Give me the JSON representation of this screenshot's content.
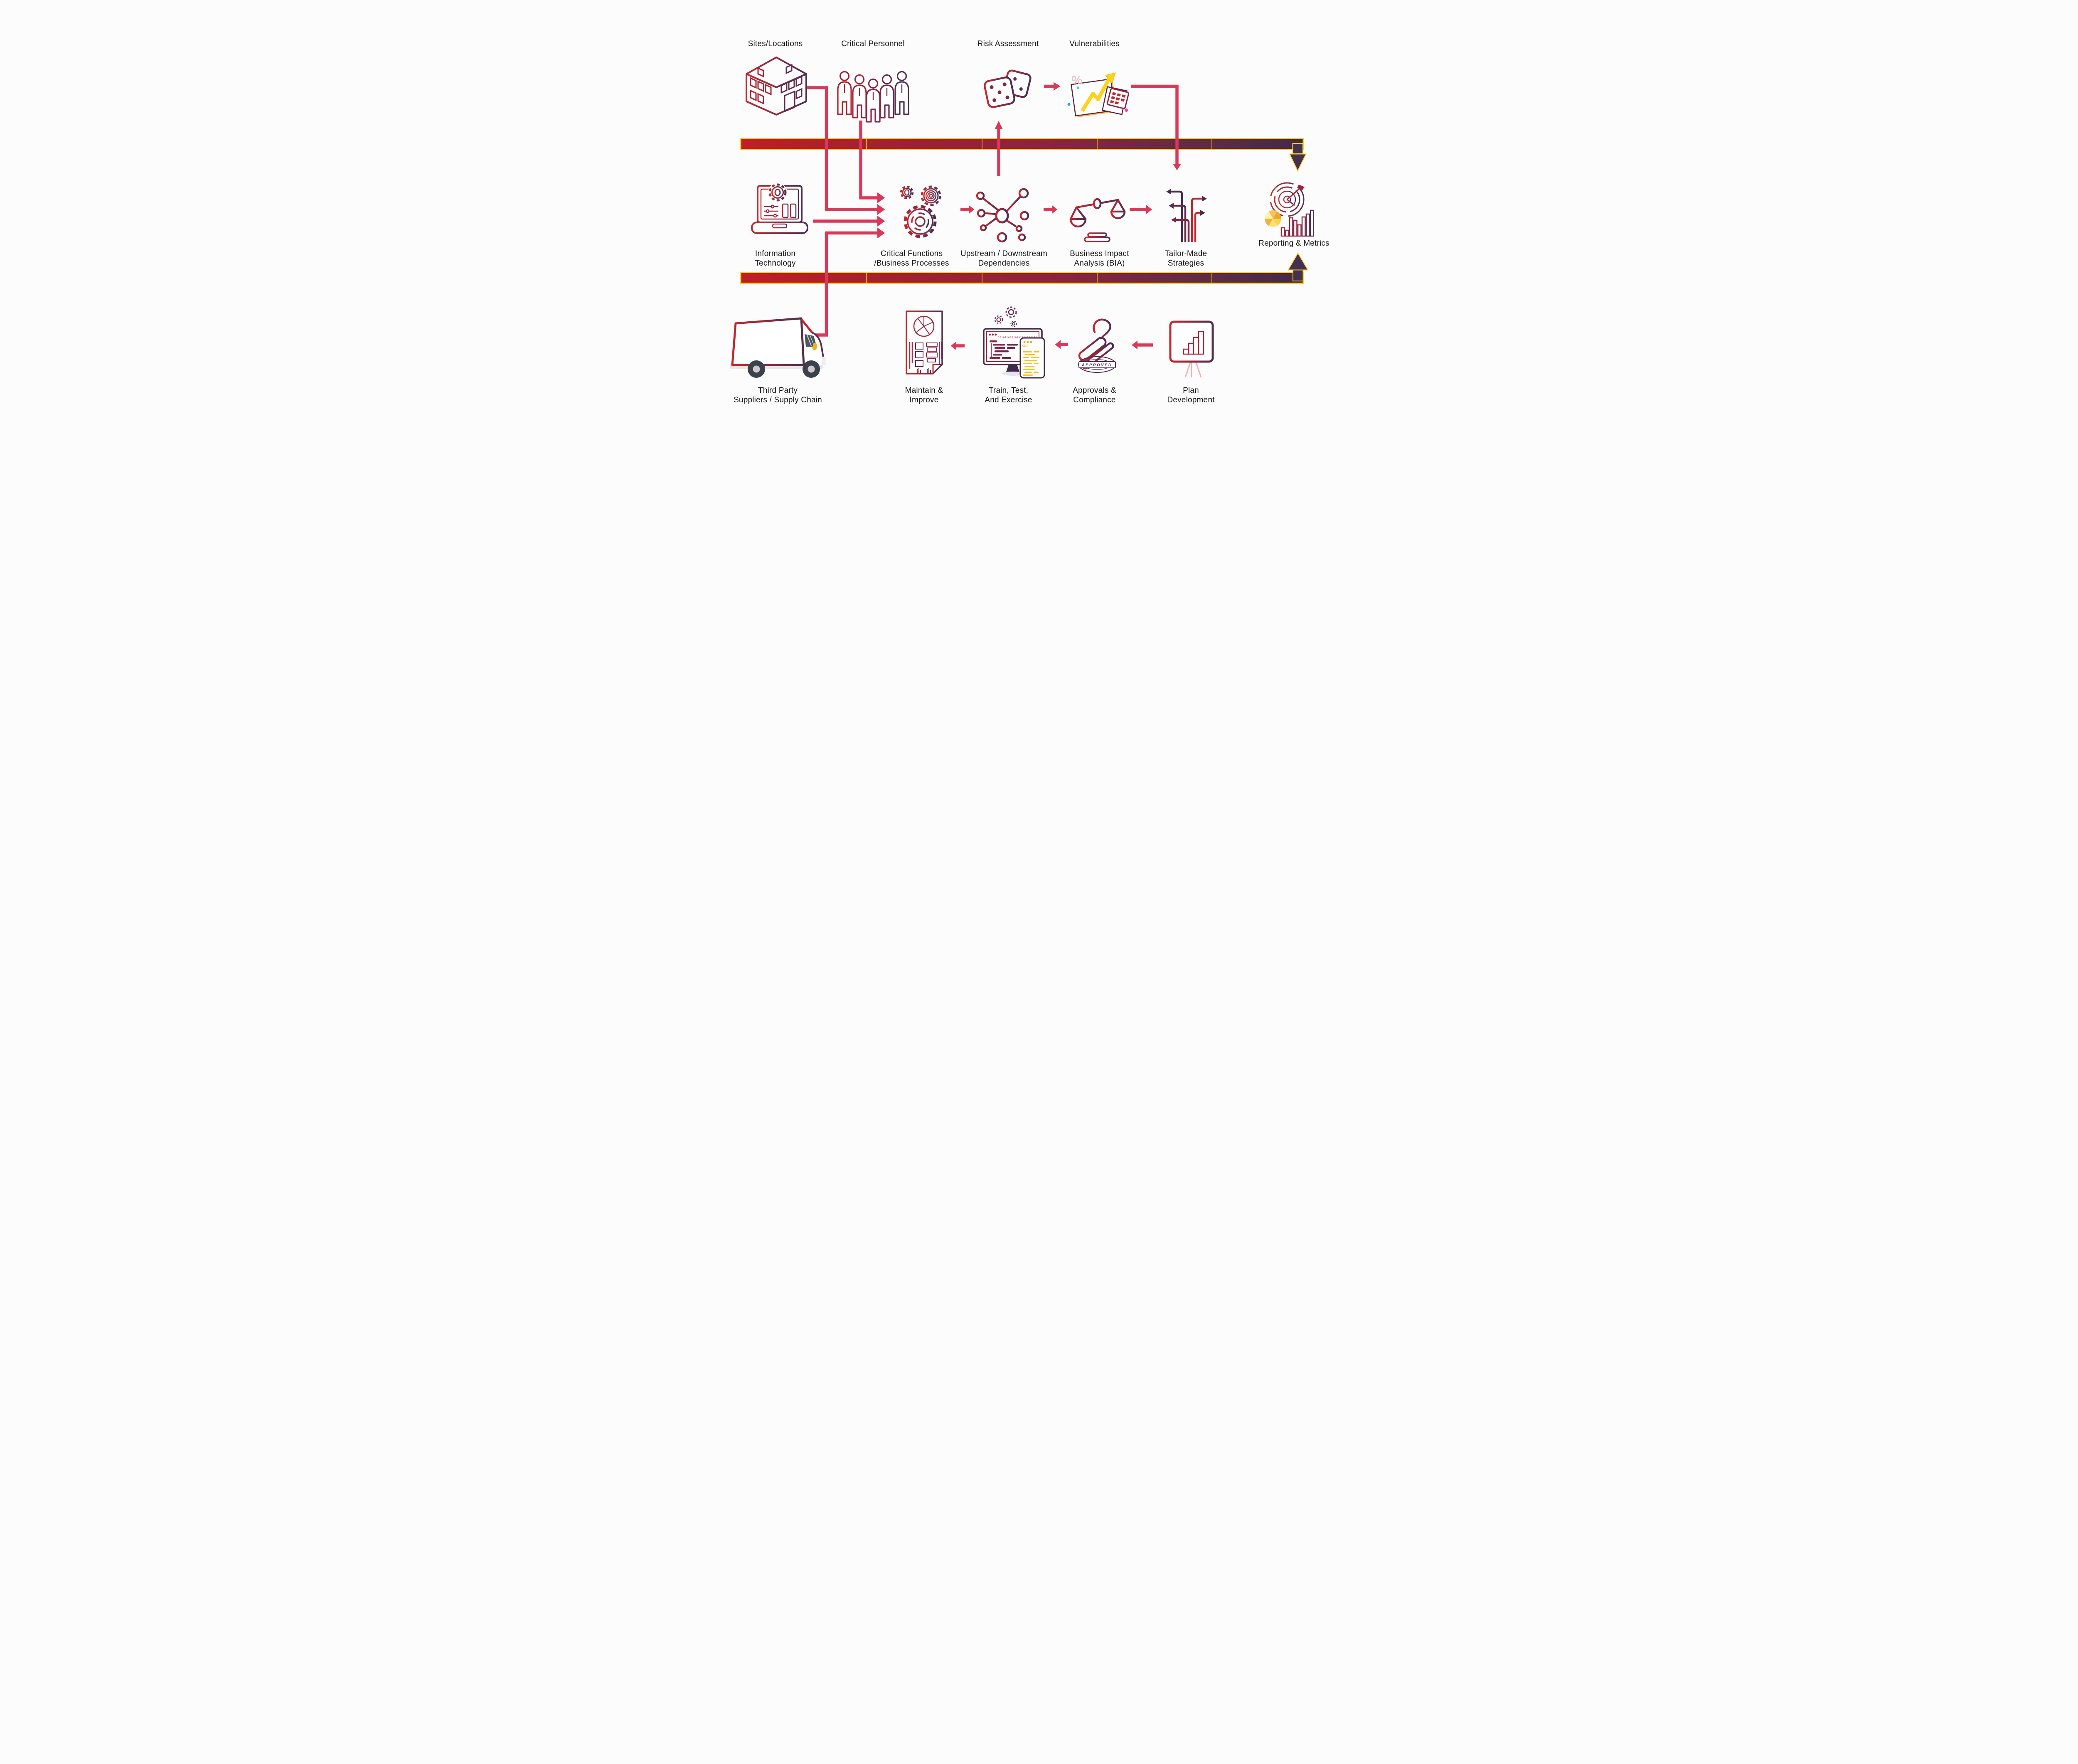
{
  "palette": {
    "background": "#fdfcfc",
    "connector_crimson": "#d8395a",
    "timeline_gold": "#ffd21e",
    "timeline_red_start": "#c01e26",
    "timeline_purple_end": "#44294b",
    "icon_gradient_red": "#c1272d",
    "icon_gradient_purple": "#4f2d4f",
    "label_ink": "#161616",
    "highlight_yellow": "#ffd21e"
  },
  "nodes": {
    "sites": {
      "label": "Sites/Locations"
    },
    "personnel": {
      "label": "Critical Personnel"
    },
    "risk": {
      "label": "Risk Assessment"
    },
    "vulnerabilities": {
      "label": "Vulnerabilities"
    },
    "it": {
      "line1": "Information",
      "line2": "Technology"
    },
    "critical_functions": {
      "line1": "Critical Functions",
      "line2": "/Business Processes"
    },
    "dependencies": {
      "line1": "Upstream / Downstream",
      "line2": "Dependencies"
    },
    "bia": {
      "line1": "Business Impact",
      "line2": "Analysis (BIA)"
    },
    "strategies": {
      "line1": "Tailor-Made",
      "line2": "Strategies"
    },
    "reporting": {
      "label": "Reporting & Metrics"
    },
    "third_party": {
      "line1": "Third Party",
      "line2": "Suppliers / Supply Chain"
    },
    "maintain": {
      "line1": "Maintain &",
      "line2": "Improve"
    },
    "train": {
      "line1": "Train, Test,",
      "line2": "And Exercise"
    },
    "approvals": {
      "line1": "Approvals &",
      "line2": "Compliance"
    },
    "plan": {
      "line1": "Plan",
      "line2": "Development"
    }
  },
  "details": {
    "stamp_text": "APPROVED",
    "binary_text": "10101101010101010110101",
    "code_tag": "</>"
  },
  "icons": [
    "building-icon",
    "people-group-icon",
    "dice-icon",
    "vulnerability-chart-icon",
    "laptop-gear-icon",
    "gears-icon",
    "network-icon",
    "scales-icon",
    "strategy-arrows-icon",
    "dartboard-metrics-icon",
    "truck-icon",
    "report-document-icon",
    "code-monitor-icon",
    "approval-stamp-icon",
    "presentation-board-icon"
  ]
}
